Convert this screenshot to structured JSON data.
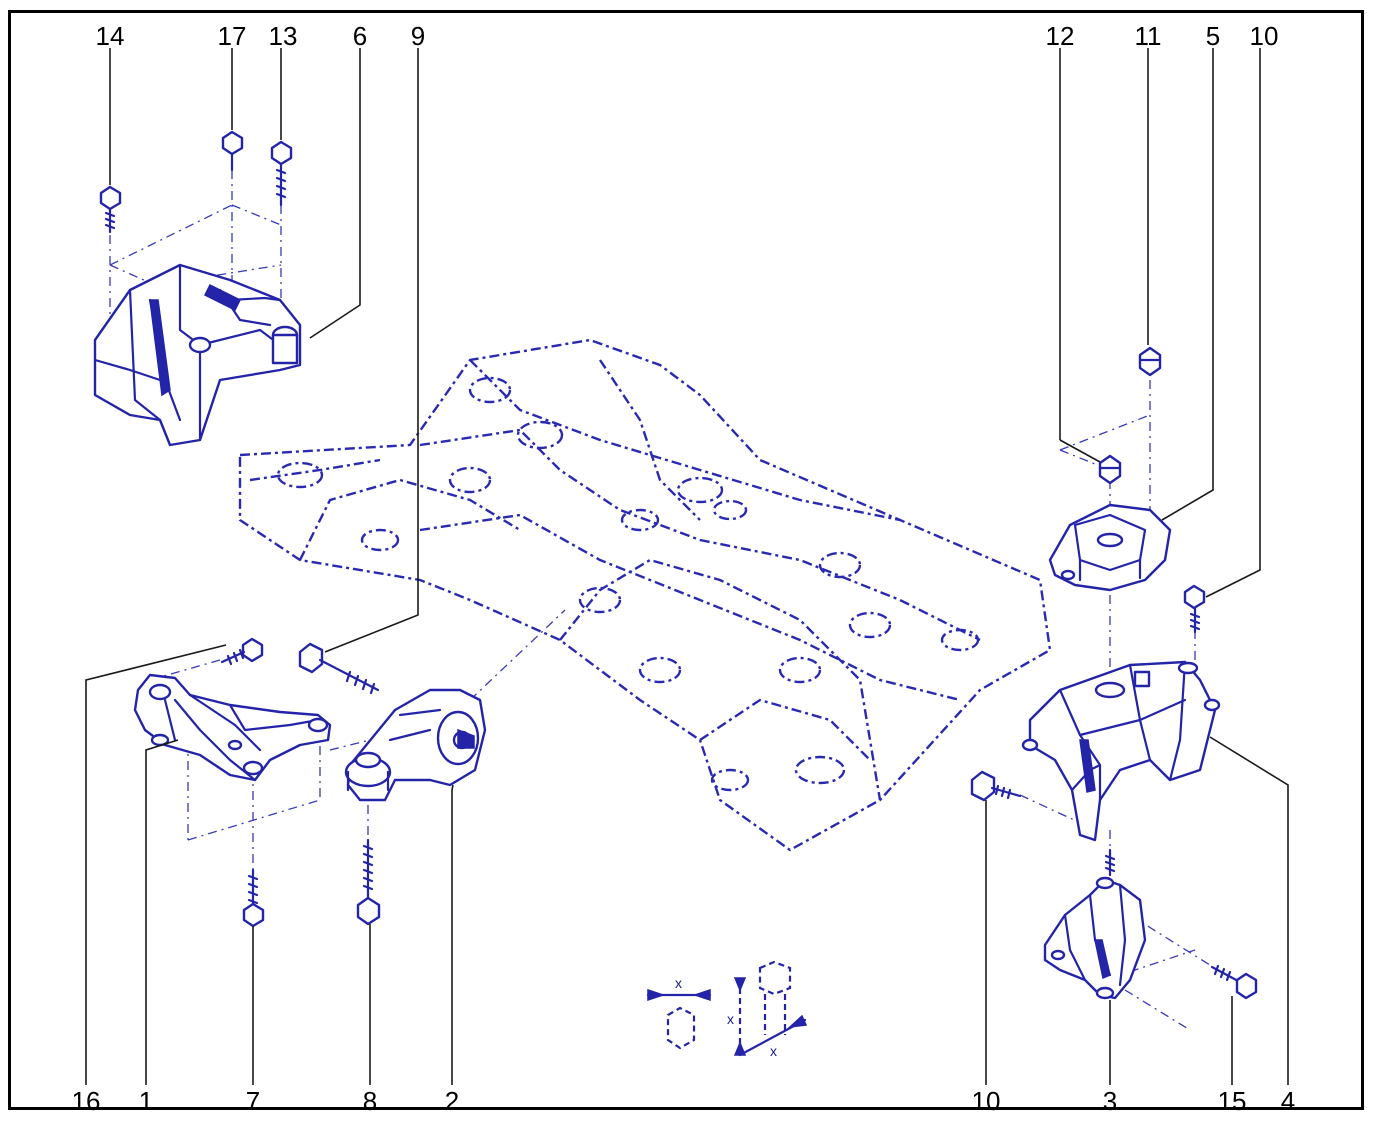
{
  "diagram": {
    "callouts_top": [
      "14",
      "17",
      "13",
      "6",
      "9",
      "12",
      "11",
      "5",
      "10"
    ],
    "callouts_bottom": [
      "16",
      "1",
      "7",
      "8",
      "2",
      "10",
      "3",
      "15",
      "4"
    ],
    "torque_symbol_label": "x",
    "colors": {
      "line_art": "#2424a8",
      "leader_lines": "#1a1a1a",
      "frame": "#000000"
    }
  }
}
